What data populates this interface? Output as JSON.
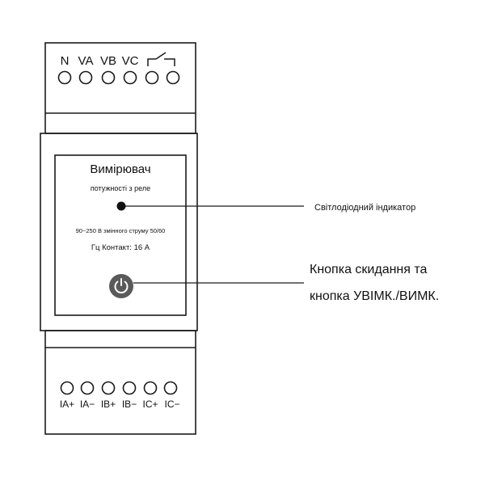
{
  "device": {
    "top_terminal_labels": [
      "N",
      "VA",
      "VB",
      "VC"
    ],
    "top_relay_symbol": "relay-contact-icon",
    "bottom_terminal_labels": [
      "IA+",
      "IA−",
      "IB+",
      "IB−",
      "IC+",
      "IC−"
    ],
    "panel": {
      "title": "Вимірювач",
      "subtitle": "потужності з реле",
      "voltage_spec": "90~250 В змінного струму 50/60",
      "contact_spec": "Гц Контакт: 16 А"
    },
    "led_icon": "led-dot-icon",
    "power_button_icon": "power-icon"
  },
  "callouts": {
    "led_label": "Світлодіодний індикатор",
    "button_label_line1": "Кнопка скидання та",
    "button_label_line2": "кнопка УВІМК./ВИМК."
  },
  "colors": {
    "outline": "#1a1a1a",
    "button_fill": "#5a5a5a",
    "led_fill": "#111111"
  }
}
